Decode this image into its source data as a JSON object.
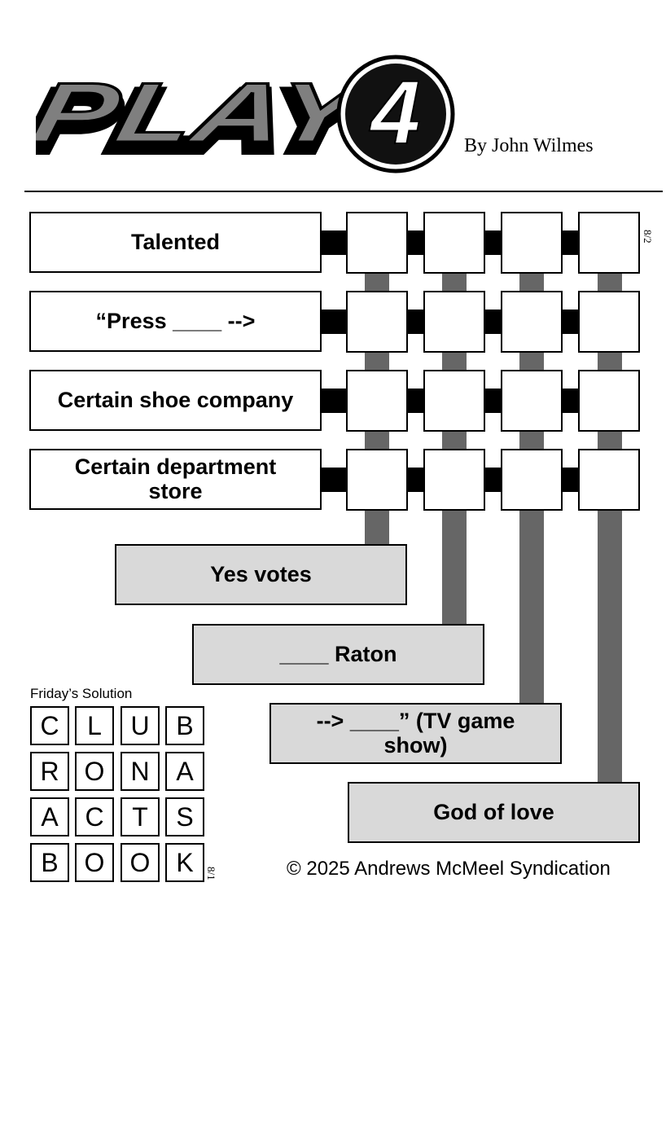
{
  "header": {
    "logo_text": "PLAY4",
    "byline": "By John Wilmes"
  },
  "puzzle": {
    "date_code": "8/2",
    "row_clues": [
      "Talented",
      "“Press ____ -->",
      "Certain shoe company",
      "Certain department store"
    ],
    "column_clues": [
      "Yes votes",
      "____ Raton",
      "--> ____” (TV game show)",
      "God of love"
    ]
  },
  "solution": {
    "title": "Friday’s Solution",
    "date_code": "8/1",
    "grid": [
      [
        "C",
        "L",
        "U",
        "B"
      ],
      [
        "R",
        "O",
        "N",
        "A"
      ],
      [
        "A",
        "C",
        "T",
        "S"
      ],
      [
        "B",
        "O",
        "O",
        "K"
      ]
    ]
  },
  "footer": {
    "copyright": "© 2025 Andrews McMeel Syndication"
  },
  "colors": {
    "column_clue_fill": "#d9d9d9",
    "column_connector": "#666666",
    "row_connector": "#000000"
  }
}
